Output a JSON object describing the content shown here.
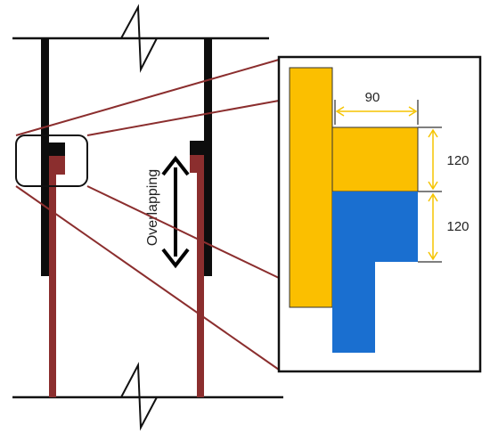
{
  "labels": {
    "overlapping": "Overlapping",
    "dim_width": "90",
    "dim_upper_height": "120",
    "dim_lower_height": "120"
  },
  "colors": {
    "steel_black": "#0d0d0d",
    "reinforcement_red": "#8b2e2e",
    "yellow_block": "#fbbf00",
    "blue_block": "#1a6fd0",
    "dimension_line": "#f5c400",
    "dimension_tick": "#555555",
    "callout_line": "#8b2e2e",
    "frame": "#111111"
  },
  "icons": {
    "break_symbol": "break-line-icon",
    "arrow": "double-headed-arrow-icon"
  }
}
